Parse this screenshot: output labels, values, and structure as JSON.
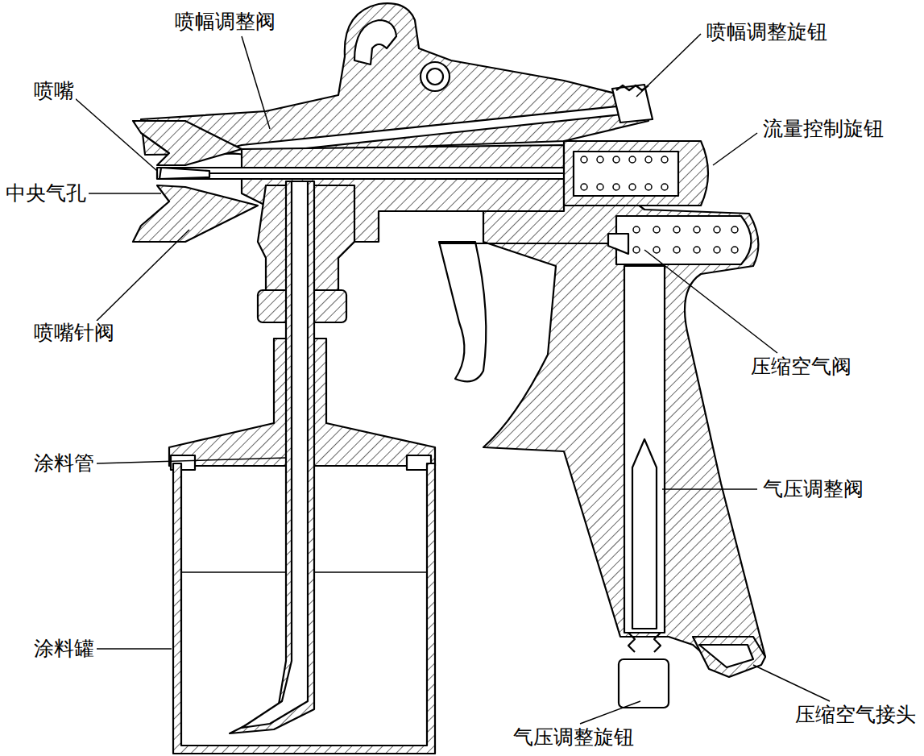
{
  "diagram": {
    "labels": [
      "喷幅调整阀",
      "喷幅调整旋钮",
      "喷嘴",
      "流量控制旋钮",
      "中央气孔",
      "喷嘴针阀",
      "压缩空气阀",
      "涂料管",
      "气压调整阀",
      "涂料罐",
      "气压调整旋钮",
      "压缩空气接头"
    ]
  }
}
